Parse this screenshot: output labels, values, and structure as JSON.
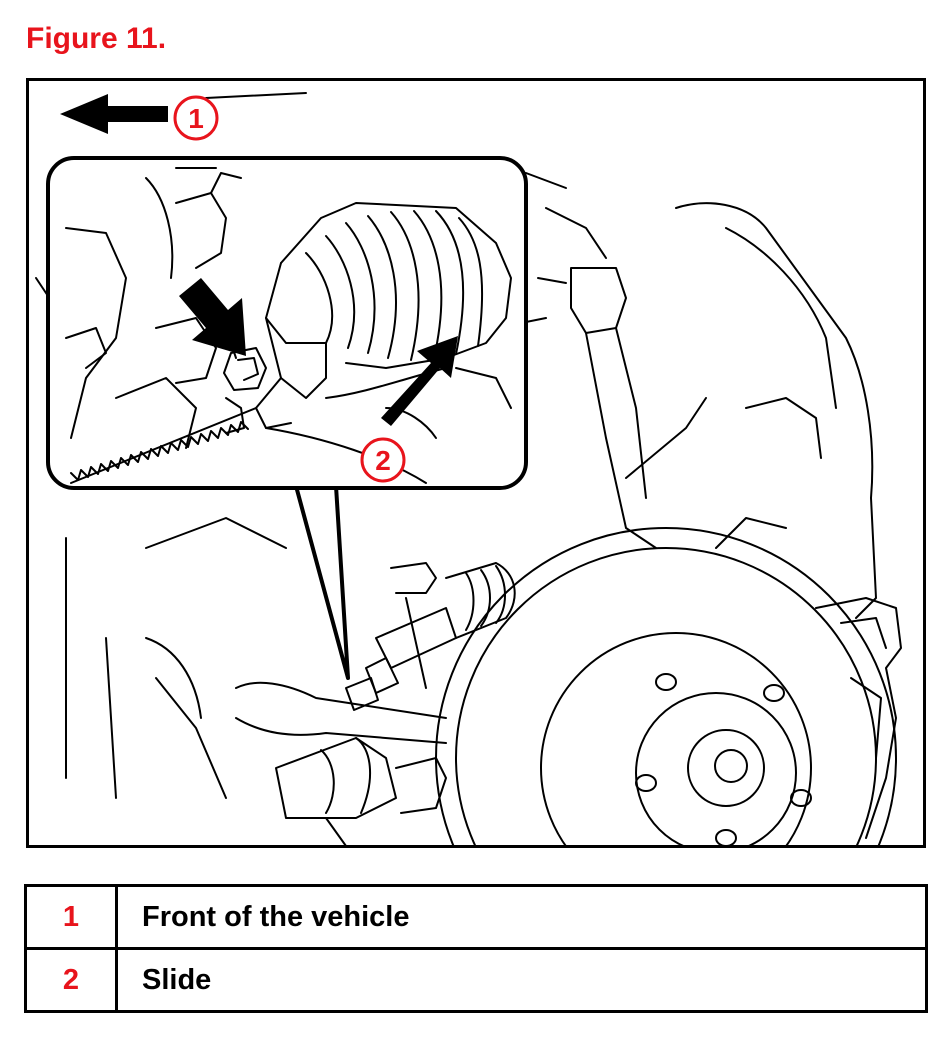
{
  "figure": {
    "title": "Figure 11.",
    "callouts": [
      {
        "number": "1",
        "meaning": "direction-arrow"
      },
      {
        "number": "2",
        "meaning": "slide-arrow"
      }
    ],
    "accent_color": "#e8141c",
    "line_color": "#000000"
  },
  "legend": {
    "rows": [
      {
        "number": "1",
        "description": "Front of the vehicle"
      },
      {
        "number": "2",
        "description": "Slide"
      }
    ]
  }
}
